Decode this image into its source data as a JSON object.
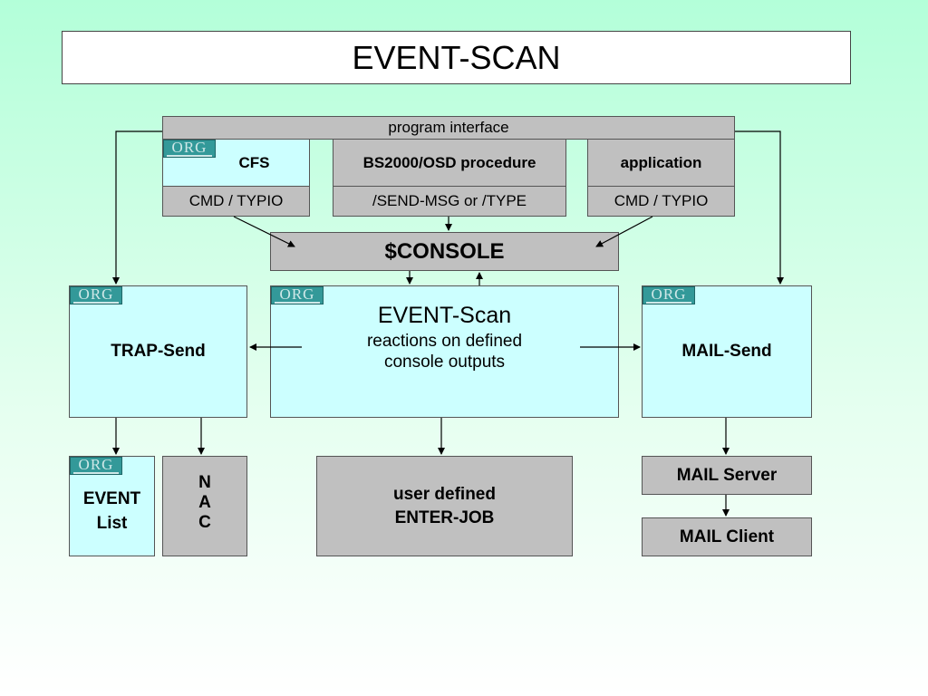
{
  "title": "EVENT-SCAN",
  "program_interface": "program interface",
  "sources": {
    "cfs": {
      "label": "CFS",
      "command": "CMD / TYPIO"
    },
    "bs2000": {
      "label": "BS2000/OSD procedure",
      "command": "/SEND-MSG or /TYPE"
    },
    "application": {
      "label": "application",
      "command": "CMD / TYPIO"
    }
  },
  "console": "$CONSOLE",
  "event_scan": {
    "title": "EVENT-Scan",
    "line1": "reactions on defined",
    "line2": "console outputs"
  },
  "trap_send": "TRAP-Send",
  "mail_send": "MAIL-Send",
  "event_list": {
    "line1": "EVENT",
    "line2": "List"
  },
  "nac": {
    "line1": "N",
    "line2": "A",
    "line3": "C"
  },
  "user_job": {
    "line1": "user defined",
    "line2": "ENTER-JOB"
  },
  "mail_server": "MAIL Server",
  "mail_client": "MAIL Client",
  "logo_text": "ORG",
  "colors": {
    "gray_box": "#c0c0c0",
    "cyan_box": "#ccffff",
    "logo": "#339999"
  }
}
